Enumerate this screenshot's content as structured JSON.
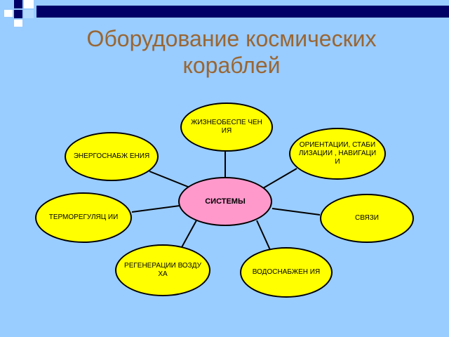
{
  "title": "Оборудование космических кораблей",
  "center": {
    "label": "СИСТЕМЫ"
  },
  "nodes": {
    "life_support": "ЖИЗНЕОБЕСПЕ ЧЕНИЯ",
    "orientation": "ОРИЕНТАЦИИ, СТАБИЛИЗАЦИИ , НАВИГАЦИИ",
    "communication": "СВЯЗИ",
    "water_supply": "ВОДОСНАБЖЕН ИЯ",
    "air_regeneration": "РЕГЕНЕРАЦИИ ВОЗДУХА",
    "thermoregulation": "ТЕРМОРЕГУЛЯЦ ИИ",
    "power_supply": "ЭНЕРГОСНАБЖ ЕНИЯ"
  },
  "colors": {
    "background": "#99ccff",
    "title": "#996633",
    "node_fill": "#ffff00",
    "center_fill": "#ff99cc",
    "accent": "#000066"
  }
}
